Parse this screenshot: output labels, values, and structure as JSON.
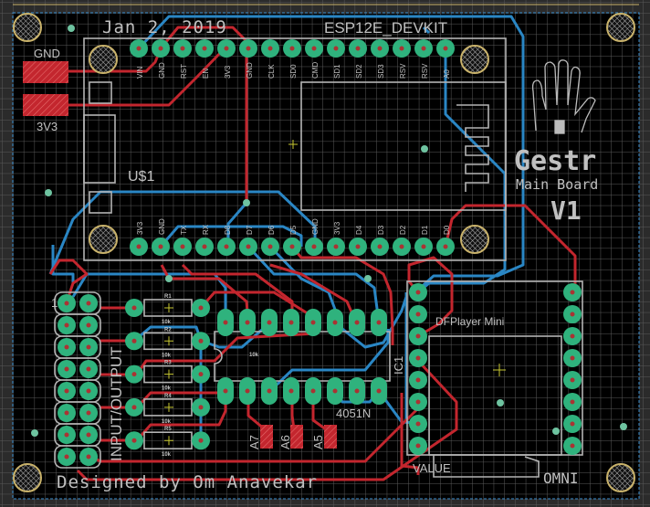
{
  "board": {
    "date": "Jan 2, 2019",
    "module_name": "ESP12E_DEVKIT",
    "module_ref": "U$1",
    "top_pins": [
      "VIN",
      "GND",
      "RST",
      "EN",
      "3V3",
      "GND",
      "CLK",
      "SD0",
      "CMD",
      "SD1",
      "SD2",
      "SD3",
      "RSV",
      "RSV",
      "A0"
    ],
    "bottom_pins": [
      "3V3",
      "GND",
      "TX",
      "RX",
      "D8",
      "D7",
      "D6",
      "D5",
      "GND",
      "3V3",
      "D4",
      "D3",
      "D2",
      "D1",
      "D0"
    ],
    "power_pads": {
      "gnd": "GND",
      "v33": "3V3"
    },
    "logo": {
      "title": "Gestr",
      "subtitle": "Main Board",
      "version": "V1"
    },
    "header_label": "INPUT/OUTPUT",
    "header_pin1": "1",
    "resistors": [
      {
        "name": "R1",
        "value": "10k"
      },
      {
        "name": "R2",
        "value": "10k"
      },
      {
        "name": "R3",
        "value": "10k"
      },
      {
        "name": "R4",
        "value": "10k"
      },
      {
        "name": "R5",
        "value": "10k"
      }
    ],
    "ic": {
      "name": "IC1",
      "value": "4051N",
      "extra_label": "10k"
    },
    "smd_pads": [
      "A7",
      "A6",
      "A5"
    ],
    "dfplayer": {
      "name": "DFPlayer Mini",
      "value": "VALUE",
      "omni": "OMNI"
    },
    "credit": "Designed by Om Anavekar"
  },
  "colors": {
    "board": "#000000",
    "grid": "#5a5a5a",
    "top_copper": "#c3262e",
    "bottom_copper": "#2a86c4",
    "pad": "#2fb27d",
    "silkscreen": "#b4b4b4",
    "hole_ring": "#c9b26a"
  }
}
